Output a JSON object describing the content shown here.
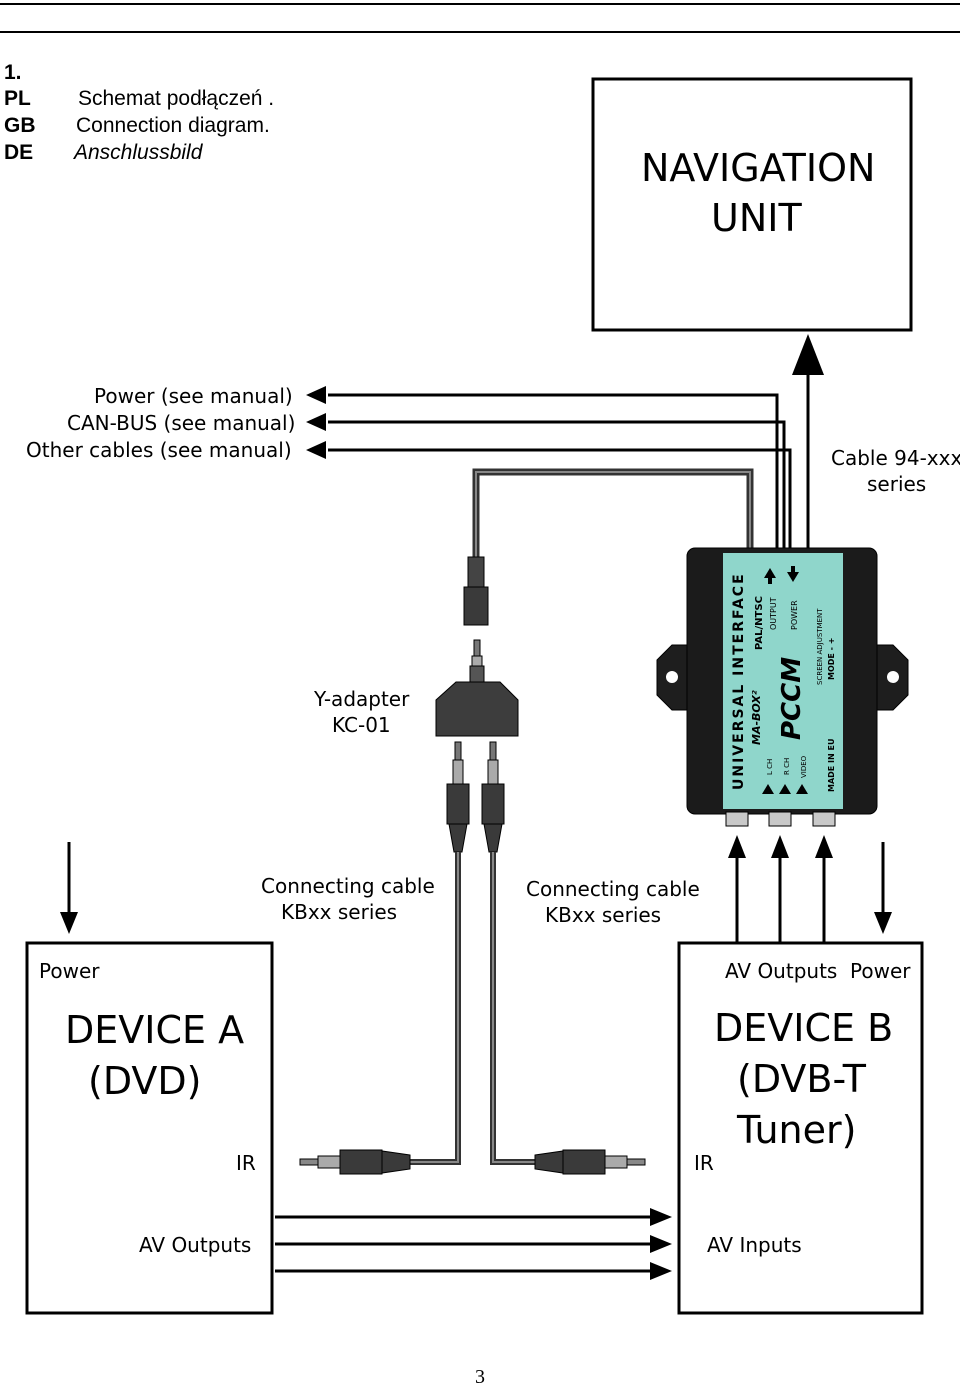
{
  "header": {
    "number": "1.",
    "rows": [
      {
        "code": "PL",
        "text": "Schemat podłączeń ."
      },
      {
        "code": "GB",
        "text": "Connection diagram."
      },
      {
        "code": "DE",
        "text": "Anschlussbild"
      }
    ]
  },
  "navigation_unit": {
    "line1": "NAVIGATION",
    "line2": "UNIT"
  },
  "cables_out": [
    "Power (see manual)",
    "CAN-BUS (see manual)",
    "Other cables (see manual)"
  ],
  "cable_94": {
    "line1": "Cable 94-xxx",
    "line2": "series"
  },
  "y_adapter": {
    "line1": "Y-adapter",
    "line2": "KC-01"
  },
  "connecting_cable_left": {
    "line1": "Connecting cable",
    "line2": "KBxx series"
  },
  "connecting_cable_right": {
    "line1": "Connecting cable",
    "line2": "KBxx series"
  },
  "device_a": {
    "power": "Power",
    "title1": "DEVICE A",
    "title2": "(DVD)",
    "ir": "IR",
    "av_outputs": "AV Outputs"
  },
  "device_b": {
    "av_outputs": "AV Outputs",
    "power": "Power",
    "title1": "DEVICE B",
    "title2": "(DVB-T",
    "title3": "Tuner)",
    "ir": "IR",
    "av_inputs": "AV Inputs"
  },
  "interface_box": {
    "brand": "PCCM",
    "title": "UNIVERSAL INTERFACE",
    "model": "MA-BOX²",
    "pal": "PAL/NTSC",
    "output": "OUTPUT",
    "power": "POWER",
    "screen": "SCREEN ADJUSTMENT",
    "mode": "MODE  -  +",
    "lch": "L CH",
    "rch": "R CH",
    "video": "VIDEO",
    "made": "MADE IN EU",
    "label_color": "#8fd6cb"
  },
  "page_number": "3"
}
